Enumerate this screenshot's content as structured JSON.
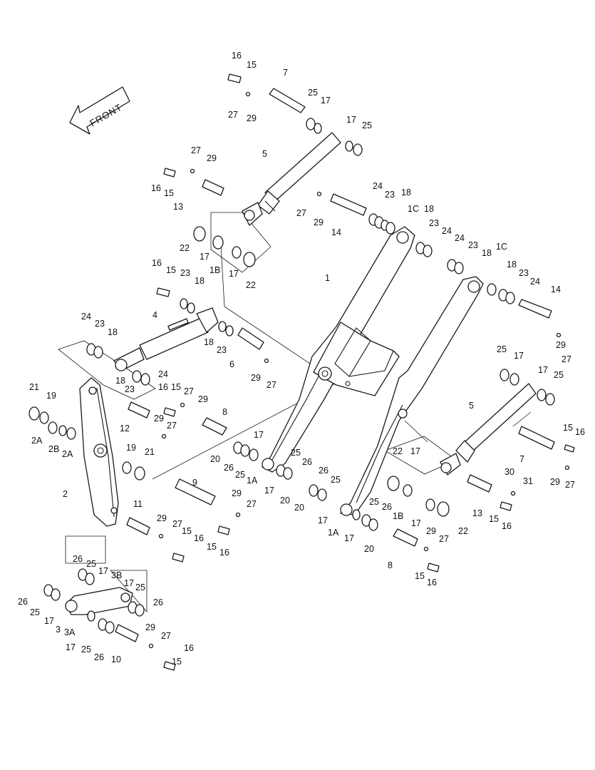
{
  "front_label": "FRONT",
  "callouts": [
    {
      "id": "c16a",
      "text": "16"
    },
    {
      "id": "c15a",
      "text": "15"
    },
    {
      "id": "c7a",
      "text": "7"
    },
    {
      "id": "c25a",
      "text": "25"
    },
    {
      "id": "c17a",
      "text": "17"
    },
    {
      "id": "c27a",
      "text": "27"
    },
    {
      "id": "c29a",
      "text": "29"
    },
    {
      "id": "c17b",
      "text": "17"
    },
    {
      "id": "c25b",
      "text": "25"
    },
    {
      "id": "c5a",
      "text": "5"
    },
    {
      "id": "c27b",
      "text": "27"
    },
    {
      "id": "c29b",
      "text": "29"
    },
    {
      "id": "c16b",
      "text": "16"
    },
    {
      "id": "c15b",
      "text": "15"
    },
    {
      "id": "c13a",
      "text": "13"
    },
    {
      "id": "c24a",
      "text": "24"
    },
    {
      "id": "c23a",
      "text": "23"
    },
    {
      "id": "c18a",
      "text": "18"
    },
    {
      "id": "c27c",
      "text": "27"
    },
    {
      "id": "c29c",
      "text": "29"
    },
    {
      "id": "c14a",
      "text": "14"
    },
    {
      "id": "c1Ca",
      "text": "1C"
    },
    {
      "id": "c18b",
      "text": "18"
    },
    {
      "id": "c23b",
      "text": "23"
    },
    {
      "id": "c24b",
      "text": "24"
    },
    {
      "id": "c22a",
      "text": "22"
    },
    {
      "id": "c17c",
      "text": "17"
    },
    {
      "id": "c1Ba",
      "text": "1B"
    },
    {
      "id": "c17d",
      "text": "17"
    },
    {
      "id": "c22b",
      "text": "22"
    },
    {
      "id": "c24c",
      "text": "24"
    },
    {
      "id": "c23c",
      "text": "23"
    },
    {
      "id": "c18c",
      "text": "18"
    },
    {
      "id": "c1Cb",
      "text": "1C"
    },
    {
      "id": "c1a",
      "text": "1"
    },
    {
      "id": "c16c",
      "text": "16"
    },
    {
      "id": "c15c",
      "text": "15"
    },
    {
      "id": "c23d",
      "text": "23"
    },
    {
      "id": "c18d",
      "text": "18"
    },
    {
      "id": "c18e",
      "text": "18"
    },
    {
      "id": "c23e",
      "text": "23"
    },
    {
      "id": "c24d",
      "text": "24"
    },
    {
      "id": "c14b",
      "text": "14"
    },
    {
      "id": "c4a",
      "text": "4"
    },
    {
      "id": "c24e",
      "text": "24"
    },
    {
      "id": "c23f",
      "text": "23"
    },
    {
      "id": "c18f",
      "text": "18"
    },
    {
      "id": "c18g",
      "text": "18"
    },
    {
      "id": "c23g",
      "text": "23"
    },
    {
      "id": "c6a",
      "text": "6"
    },
    {
      "id": "c29d",
      "text": "29"
    },
    {
      "id": "c27d",
      "text": "27"
    },
    {
      "id": "c29e",
      "text": "29"
    },
    {
      "id": "c27e",
      "text": "27"
    },
    {
      "id": "c25c",
      "text": "25"
    },
    {
      "id": "c17e",
      "text": "17"
    },
    {
      "id": "c17f",
      "text": "17"
    },
    {
      "id": "c25d",
      "text": "25"
    },
    {
      "id": "c18h",
      "text": "18"
    },
    {
      "id": "c24f",
      "text": "24"
    },
    {
      "id": "c23h",
      "text": "23"
    },
    {
      "id": "c21a",
      "text": "21"
    },
    {
      "id": "c19a",
      "text": "19"
    },
    {
      "id": "c16d",
      "text": "16"
    },
    {
      "id": "c15d",
      "text": "15"
    },
    {
      "id": "c27f",
      "text": "27"
    },
    {
      "id": "c29f",
      "text": "29"
    },
    {
      "id": "c8a",
      "text": "8"
    },
    {
      "id": "c5b",
      "text": "5"
    },
    {
      "id": "c2Aa",
      "text": "2A"
    },
    {
      "id": "c2B",
      "text": "2B"
    },
    {
      "id": "c2Ab",
      "text": "2A"
    },
    {
      "id": "c12a",
      "text": "12"
    },
    {
      "id": "c29g",
      "text": "29"
    },
    {
      "id": "c27g",
      "text": "27"
    },
    {
      "id": "c15e",
      "text": "15"
    },
    {
      "id": "c16e",
      "text": "16"
    },
    {
      "id": "c7b",
      "text": "7"
    },
    {
      "id": "c19b",
      "text": "19"
    },
    {
      "id": "c21b",
      "text": "21"
    },
    {
      "id": "c17g",
      "text": "17"
    },
    {
      "id": "c20a",
      "text": "20"
    },
    {
      "id": "c26a",
      "text": "26"
    },
    {
      "id": "c25e",
      "text": "25"
    },
    {
      "id": "c1Aa",
      "text": "1A"
    },
    {
      "id": "c25f",
      "text": "25"
    },
    {
      "id": "c26b",
      "text": "26"
    },
    {
      "id": "c17h",
      "text": "17"
    },
    {
      "id": "c20b",
      "text": "20"
    },
    {
      "id": "c22c",
      "text": "22"
    },
    {
      "id": "c17i",
      "text": "17"
    },
    {
      "id": "c29h",
      "text": "29"
    },
    {
      "id": "c27h",
      "text": "27"
    },
    {
      "id": "c30a",
      "text": "30"
    },
    {
      "id": "c31a",
      "text": "31"
    },
    {
      "id": "c2a",
      "text": "2"
    },
    {
      "id": "c9a",
      "text": "9"
    },
    {
      "id": "c29i",
      "text": "29"
    },
    {
      "id": "c27i",
      "text": "27"
    },
    {
      "id": "c26c",
      "text": "26"
    },
    {
      "id": "c25g",
      "text": "25"
    },
    {
      "id": "c20c",
      "text": "20"
    },
    {
      "id": "c17j",
      "text": "17"
    },
    {
      "id": "c13b",
      "text": "13"
    },
    {
      "id": "c15f",
      "text": "15"
    },
    {
      "id": "c16f",
      "text": "16"
    },
    {
      "id": "c11a",
      "text": "11"
    },
    {
      "id": "c29j",
      "text": "29"
    },
    {
      "id": "c27j",
      "text": "27"
    },
    {
      "id": "c15g",
      "text": "15"
    },
    {
      "id": "c16g",
      "text": "16"
    },
    {
      "id": "c15h",
      "text": "15"
    },
    {
      "id": "c16h",
      "text": "16"
    },
    {
      "id": "c1Ab",
      "text": "1A"
    },
    {
      "id": "c17k",
      "text": "17"
    },
    {
      "id": "c25h",
      "text": "25"
    },
    {
      "id": "c26d",
      "text": "26"
    },
    {
      "id": "c20d",
      "text": "20"
    },
    {
      "id": "c1Bb",
      "text": "1B"
    },
    {
      "id": "c17l",
      "text": "17"
    },
    {
      "id": "c22d",
      "text": "22"
    },
    {
      "id": "c29k",
      "text": "29"
    },
    {
      "id": "c27k",
      "text": "27"
    },
    {
      "id": "c8b",
      "text": "8"
    },
    {
      "id": "c15i",
      "text": "15"
    },
    {
      "id": "c16i",
      "text": "16"
    },
    {
      "id": "c26e",
      "text": "26"
    },
    {
      "id": "c25i",
      "text": "25"
    },
    {
      "id": "c17m",
      "text": "17"
    },
    {
      "id": "c3B",
      "text": "3B"
    },
    {
      "id": "c17n",
      "text": "17"
    },
    {
      "id": "c25j",
      "text": "25"
    },
    {
      "id": "c26f",
      "text": "26"
    },
    {
      "id": "c25k",
      "text": "25"
    },
    {
      "id": "c26g",
      "text": "26"
    },
    {
      "id": "c17o",
      "text": "17"
    },
    {
      "id": "c3a",
      "text": "3"
    },
    {
      "id": "c3A",
      "text": "3A"
    },
    {
      "id": "c17p",
      "text": "17"
    },
    {
      "id": "c25l",
      "text": "25"
    },
    {
      "id": "c26h",
      "text": "26"
    },
    {
      "id": "c29l",
      "text": "29"
    },
    {
      "id": "c27l",
      "text": "27"
    },
    {
      "id": "c15j",
      "text": "15"
    },
    {
      "id": "c16j",
      "text": "16"
    },
    {
      "id": "c10a",
      "text": "10"
    }
  ]
}
